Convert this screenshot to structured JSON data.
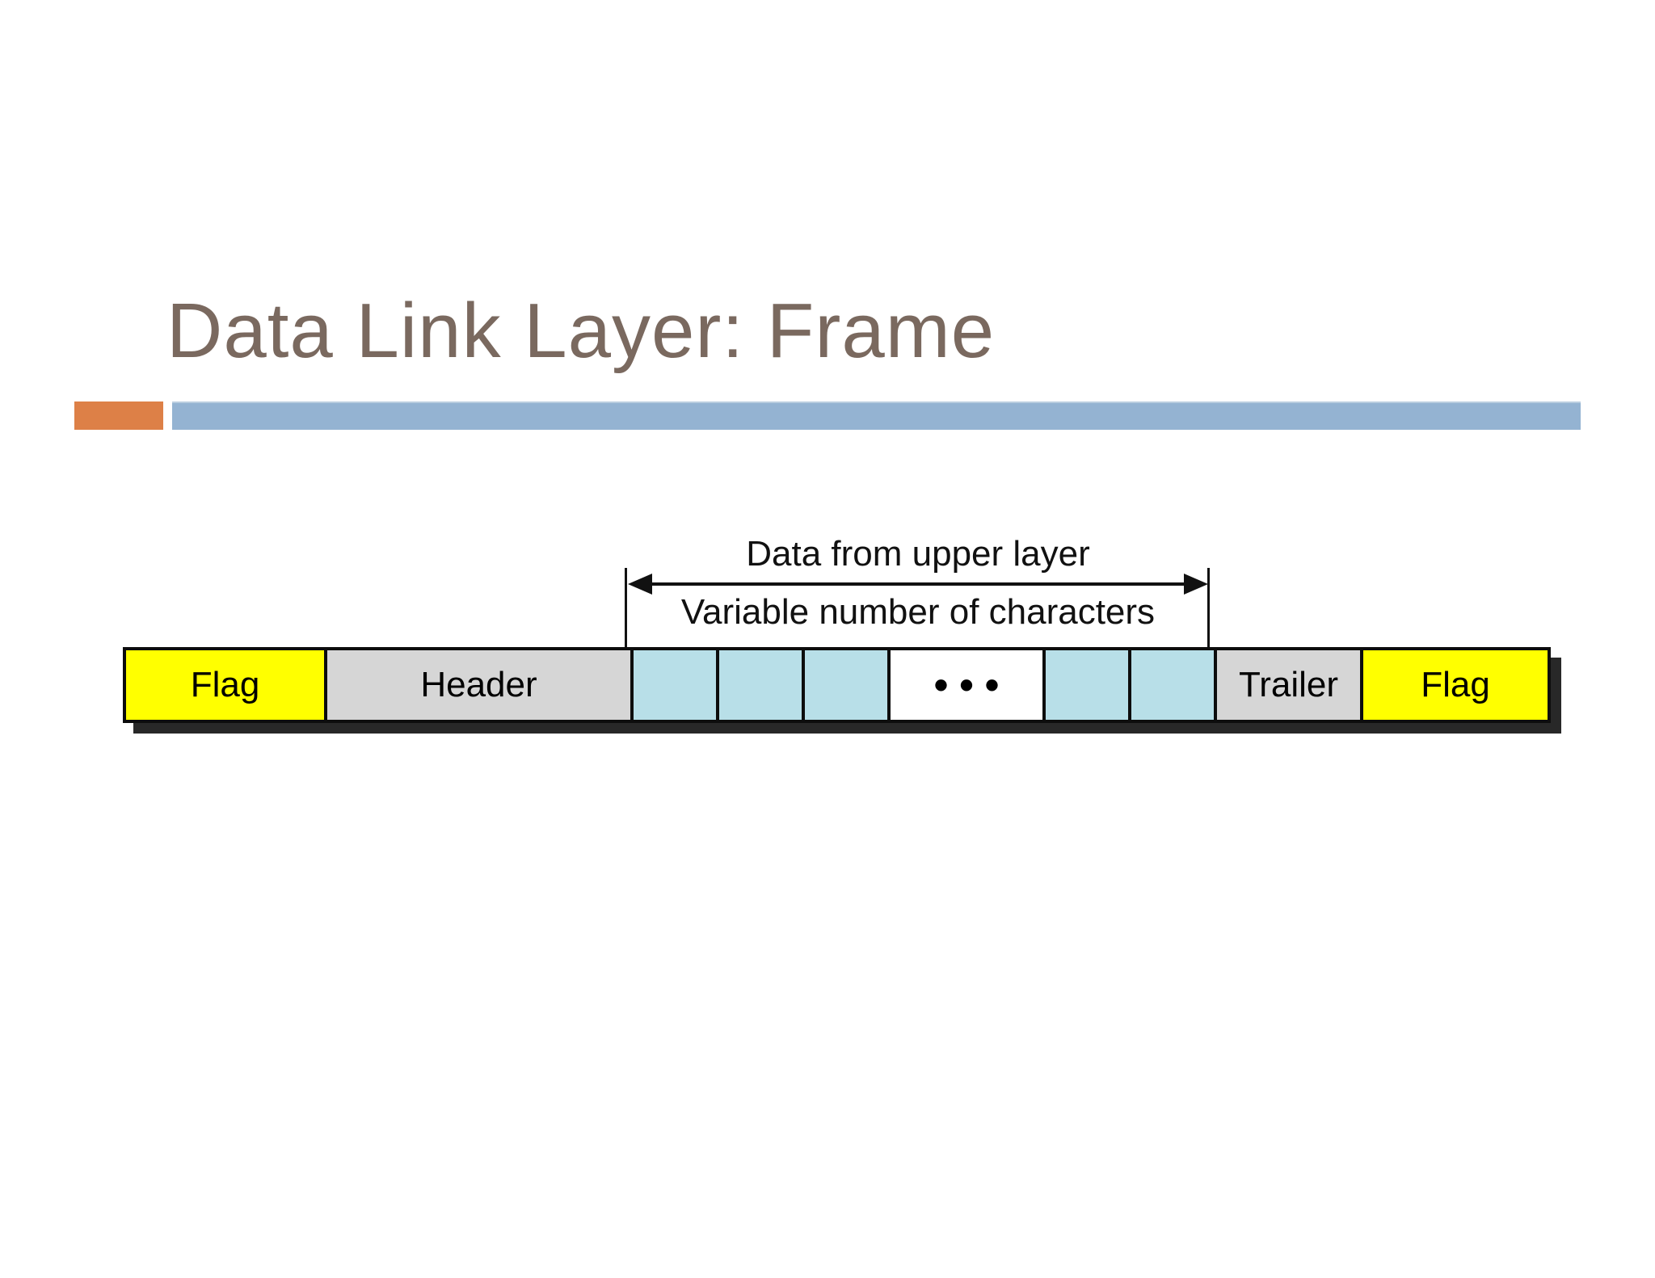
{
  "slide": {
    "title": "Data Link Layer: Frame"
  },
  "accent": {
    "orange": "#DD8047",
    "blue": "#94B3D2"
  },
  "diagram": {
    "annotation_top": "Data from upper layer",
    "annotation_bottom": "Variable number of characters",
    "cells": [
      {
        "label": "Flag",
        "type": "flag"
      },
      {
        "label": "Header",
        "type": "header"
      },
      {
        "label": "",
        "type": "data"
      },
      {
        "label": "",
        "type": "data"
      },
      {
        "label": "",
        "type": "data"
      },
      {
        "label": "•••",
        "type": "ellipsis"
      },
      {
        "label": "",
        "type": "data"
      },
      {
        "label": "",
        "type": "data"
      },
      {
        "label": "Trailer",
        "type": "trailer"
      },
      {
        "label": "Flag",
        "type": "flag"
      }
    ],
    "colors": {
      "flag": "#FFFF00",
      "header": "#D6D6D6",
      "trailer": "#D6D6D6",
      "data": "#B8DFE8",
      "ellipsis": "#FFFFFF",
      "border": "#0D0D0D",
      "shadow": "#282828",
      "text": "#000000"
    }
  }
}
